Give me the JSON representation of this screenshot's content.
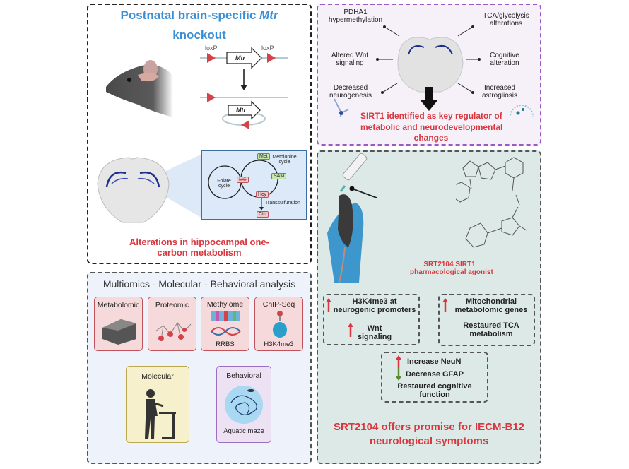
{
  "knockout_panel": {
    "title_line1": "Postnatal brain-specific ",
    "title_gene": "Mtr",
    "title_line2": "knockout",
    "loxp_left": "loxP",
    "loxp_right": "loxP",
    "gene_label": "Mtr",
    "gene_label_excised": "Mtr",
    "inset": {
      "met": "Met",
      "methionine_cycle": "Methionine cycle",
      "sam": "SAM",
      "ms": "MS",
      "folate_cycle": "Folate cycle",
      "hcy": "Hcy",
      "transsulfuration": "Transsulfuration",
      "cth": "Cth"
    },
    "footer_line1": "Alterations in hippocampal one-",
    "footer_line2": "carbon metabolism"
  },
  "analysis_panel": {
    "title": "Multiomics - Molecular - Behavioral analysis",
    "omics_cards": [
      {
        "label": "Metabolomic",
        "caption": ""
      },
      {
        "label": "Proteomic",
        "caption": ""
      },
      {
        "label": "Methylome",
        "caption": "RRBS"
      },
      {
        "label": "ChIP-Seq",
        "caption": "H3K4me3"
      }
    ],
    "molecular_card": {
      "label": "Molecular"
    },
    "behavioral_card": {
      "label": "Behavioral",
      "caption": "Aquatic maze"
    }
  },
  "findings_panel": {
    "items": [
      {
        "line1": "PDHA1",
        "line2": "hypermethylation"
      },
      {
        "line1": "TCA/glycolysis",
        "line2": "alterations"
      },
      {
        "line1": "Altered Wnt",
        "line2": "signaling"
      },
      {
        "line1": "Cognitive",
        "line2": "alteration"
      },
      {
        "line1": "Decreased",
        "line2": "neurogenesis"
      },
      {
        "line1": "Increased",
        "line2": "astrogliosis"
      }
    ],
    "conclusion_line1": "SIRT1 identified as key regulator of",
    "conclusion_line2": "metabolic and neurodevelopmental",
    "conclusion_line3": "changes"
  },
  "treatment_panel": {
    "drug_line1": "SRT2104 SIRT1",
    "drug_line2": "pharmacological agonist",
    "box1": {
      "item1_line1": "H3K4me3 at",
      "item1_line2": "neurogenic promoters",
      "item2_line1": "Wnt",
      "item2_line2": "signaling"
    },
    "box2": {
      "item1_line1": "Mitochondrial",
      "item1_line2": "metabolomic genes",
      "item2_line1": "Restaured TCA",
      "item2_line2": "metabolism"
    },
    "box3": {
      "item1": "Increase NeuN",
      "item2": "Decrease GFAP",
      "item3_line1": "Restaured cognitive",
      "item3_line2": "function"
    },
    "footer_line1": "SRT2104 offers promise for IECM-B12",
    "footer_line2": "neurological symptoms"
  },
  "colors": {
    "title_blue": "#3a8fd6",
    "highlight_red": "#d9363e",
    "up_arrow": "#d9363e",
    "down_arrow": "#5a8a2e",
    "purple_border": "#9b59c6"
  }
}
